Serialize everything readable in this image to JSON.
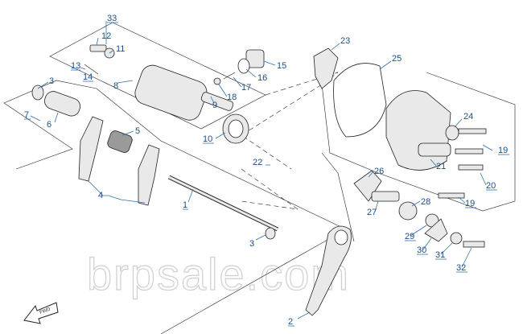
{
  "watermark": "brpsale.com",
  "fwd_label": "FWD",
  "colors": {
    "callout": "#1a4f8c",
    "leader": "#2f6fb0",
    "outline": "#222222"
  },
  "callouts": [
    {
      "id": "c33",
      "text": "33"
    },
    {
      "id": "c12",
      "text": "12"
    },
    {
      "id": "c11",
      "text": "11"
    },
    {
      "id": "c13",
      "text": "13"
    },
    {
      "id": "c14",
      "text": "14"
    },
    {
      "id": "c8",
      "text": "8"
    },
    {
      "id": "c3a",
      "text": "3"
    },
    {
      "id": "c7",
      "text": "7"
    },
    {
      "id": "c6",
      "text": "6"
    },
    {
      "id": "c15",
      "text": "15"
    },
    {
      "id": "c16",
      "text": "16"
    },
    {
      "id": "c17",
      "text": "17"
    },
    {
      "id": "c18",
      "text": "18"
    },
    {
      "id": "c9",
      "text": "9"
    },
    {
      "id": "c5",
      "text": "5"
    },
    {
      "id": "c10",
      "text": "10"
    },
    {
      "id": "c4",
      "text": "4"
    },
    {
      "id": "c1",
      "text": "1"
    },
    {
      "id": "c22",
      "text": "22"
    },
    {
      "id": "c3b",
      "text": "3"
    },
    {
      "id": "c2",
      "text": "2"
    },
    {
      "id": "c23",
      "text": "23"
    },
    {
      "id": "c25",
      "text": "25"
    },
    {
      "id": "c24",
      "text": "24"
    },
    {
      "id": "c19a",
      "text": "19"
    },
    {
      "id": "c21",
      "text": "21"
    },
    {
      "id": "c20",
      "text": "20"
    },
    {
      "id": "c26",
      "text": "26"
    },
    {
      "id": "c28",
      "text": "28"
    },
    {
      "id": "c19b",
      "text": "19"
    },
    {
      "id": "c27",
      "text": "27"
    },
    {
      "id": "c29",
      "text": "29"
    },
    {
      "id": "c30",
      "text": "30"
    },
    {
      "id": "c31",
      "text": "31"
    },
    {
      "id": "c32",
      "text": "32"
    }
  ]
}
